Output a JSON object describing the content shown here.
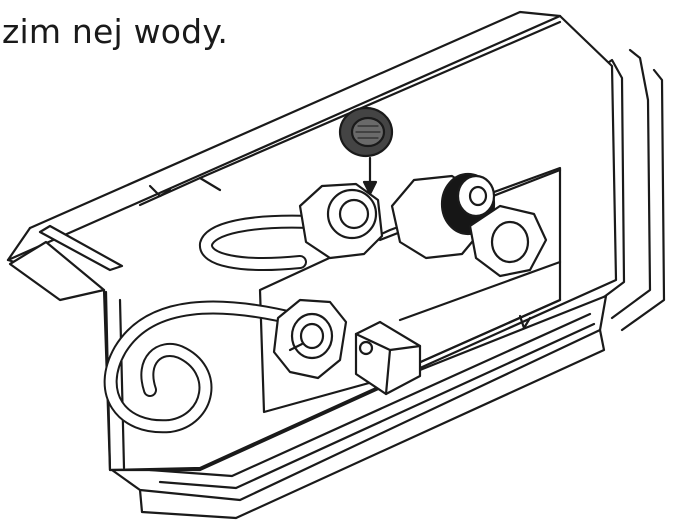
{
  "caption": "zim nej wody.",
  "colors": {
    "line": "#1a1a1a",
    "fill": "#ffffff",
    "washer": "#444444",
    "dark_nut": "#161616"
  },
  "icons": {
    "figure": "water-heater-connection-illustration",
    "washer": "filter-washer",
    "pointer": "down-arrow"
  }
}
